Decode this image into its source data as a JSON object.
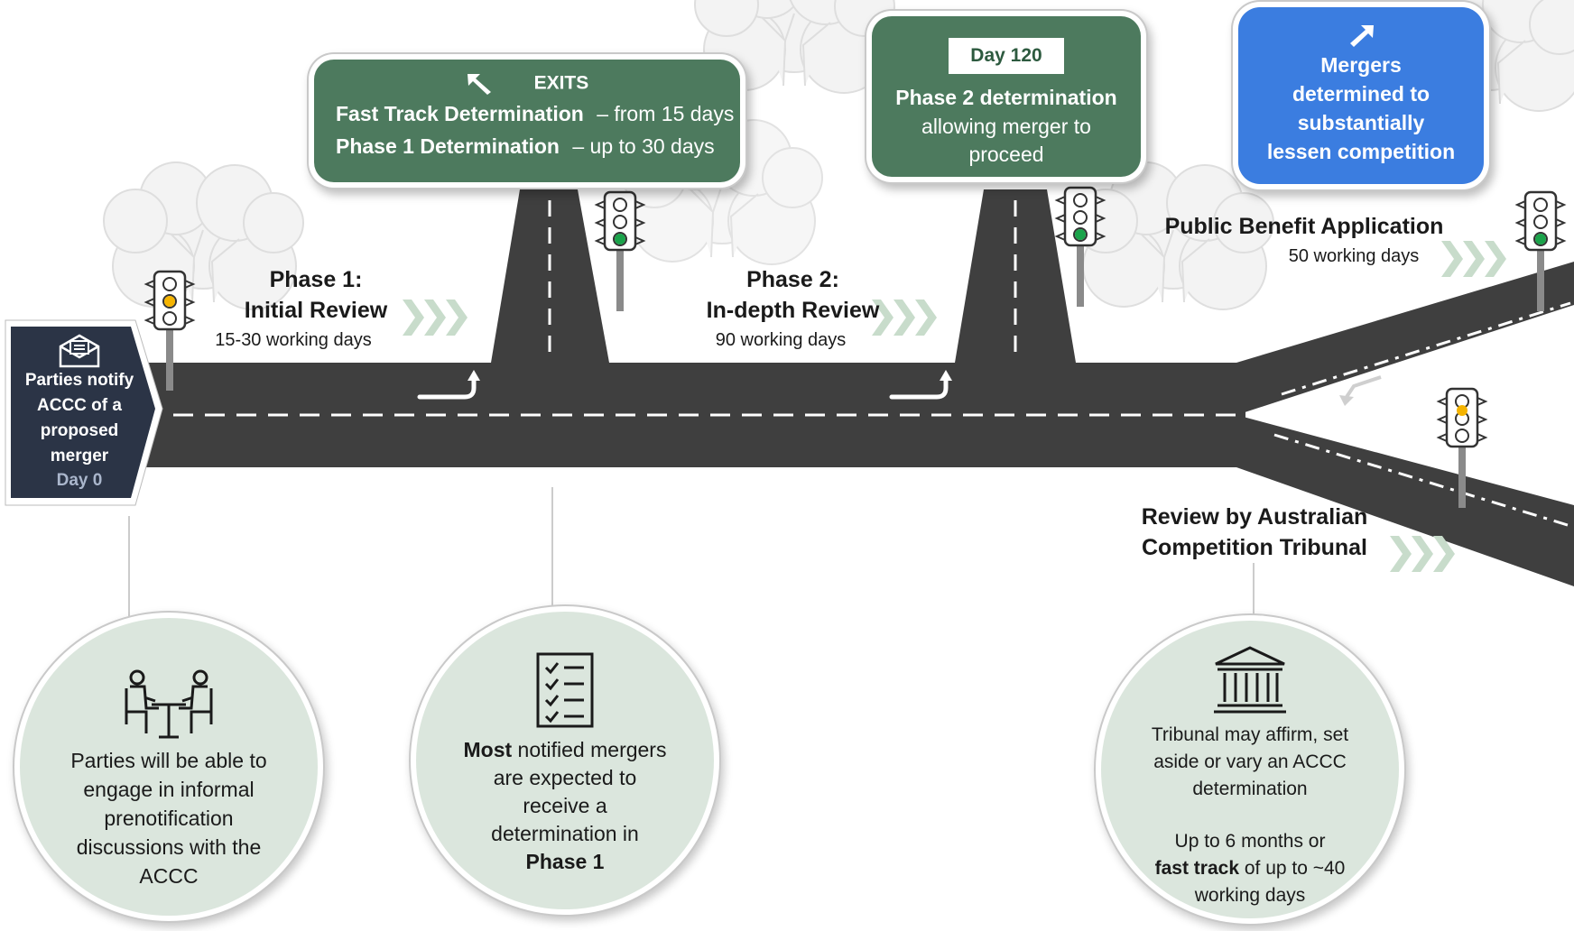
{
  "start_sign": {
    "lines": [
      "Parties notify",
      "ACCC of a",
      "proposed",
      "merger"
    ],
    "day": "Day 0",
    "icon": "envelope-icon"
  },
  "exits_sign": {
    "heading": "EXITS",
    "row1_bold": "Fast Track Determination",
    "row1_rest": "– from 15 days",
    "row2_bold": "Phase 1 Determination",
    "row2_rest": "– up to 30 days",
    "icon": "arrow-up-left-icon"
  },
  "day120_sign": {
    "badge": "Day 120",
    "line_bold": "Phase 2 determination",
    "lines": [
      "allowing merger to",
      "proceed"
    ]
  },
  "blue_sign": {
    "lines": [
      "Mergers",
      "determined to",
      "substantially",
      "lessen competition"
    ],
    "icon": "arrow-up-right-icon"
  },
  "phase1": {
    "title_line1": "Phase 1:",
    "title_line2": "Initial Review",
    "duration": "15-30 working days"
  },
  "phase2": {
    "title_line1": "Phase 2:",
    "title_line2": "In-depth Review",
    "duration": "90 working days"
  },
  "public_benefit": {
    "title": "Public Benefit Application",
    "duration": "50 working days"
  },
  "tribunal_review": {
    "line1": "Review by Australian",
    "line2": "Competition Tribunal"
  },
  "circle_left": {
    "icon": "meeting-icon",
    "lines": [
      "Parties will be able to",
      "engage in informal",
      "prenotification",
      "discussions with the",
      "ACCC"
    ]
  },
  "circle_mid": {
    "icon": "checklist-icon",
    "bold_start": "Most",
    "after_bold": " notified mergers",
    "lines": [
      "are expected to",
      "receive a",
      "determination in"
    ],
    "bold_end": "Phase 1"
  },
  "circle_right": {
    "icon": "courthouse-icon",
    "lines": [
      "Tribunal may affirm, set",
      "aside or vary an ACCC",
      "determination"
    ],
    "line4": "Up to 6 months or",
    "bold_fast": "fast track",
    "after_fast": " of up to  ~40",
    "line6": "working days"
  },
  "colors": {
    "road": "#3f3f3f",
    "sign_green": "#4d7a5e",
    "sign_blue": "#3b7de0",
    "start_sign": "#2b3446",
    "circle_fill": "#dbe6dd",
    "chevron": "#c8dccb"
  },
  "traffic_lights": [
    "amber",
    "green",
    "green",
    "green",
    "amber"
  ]
}
